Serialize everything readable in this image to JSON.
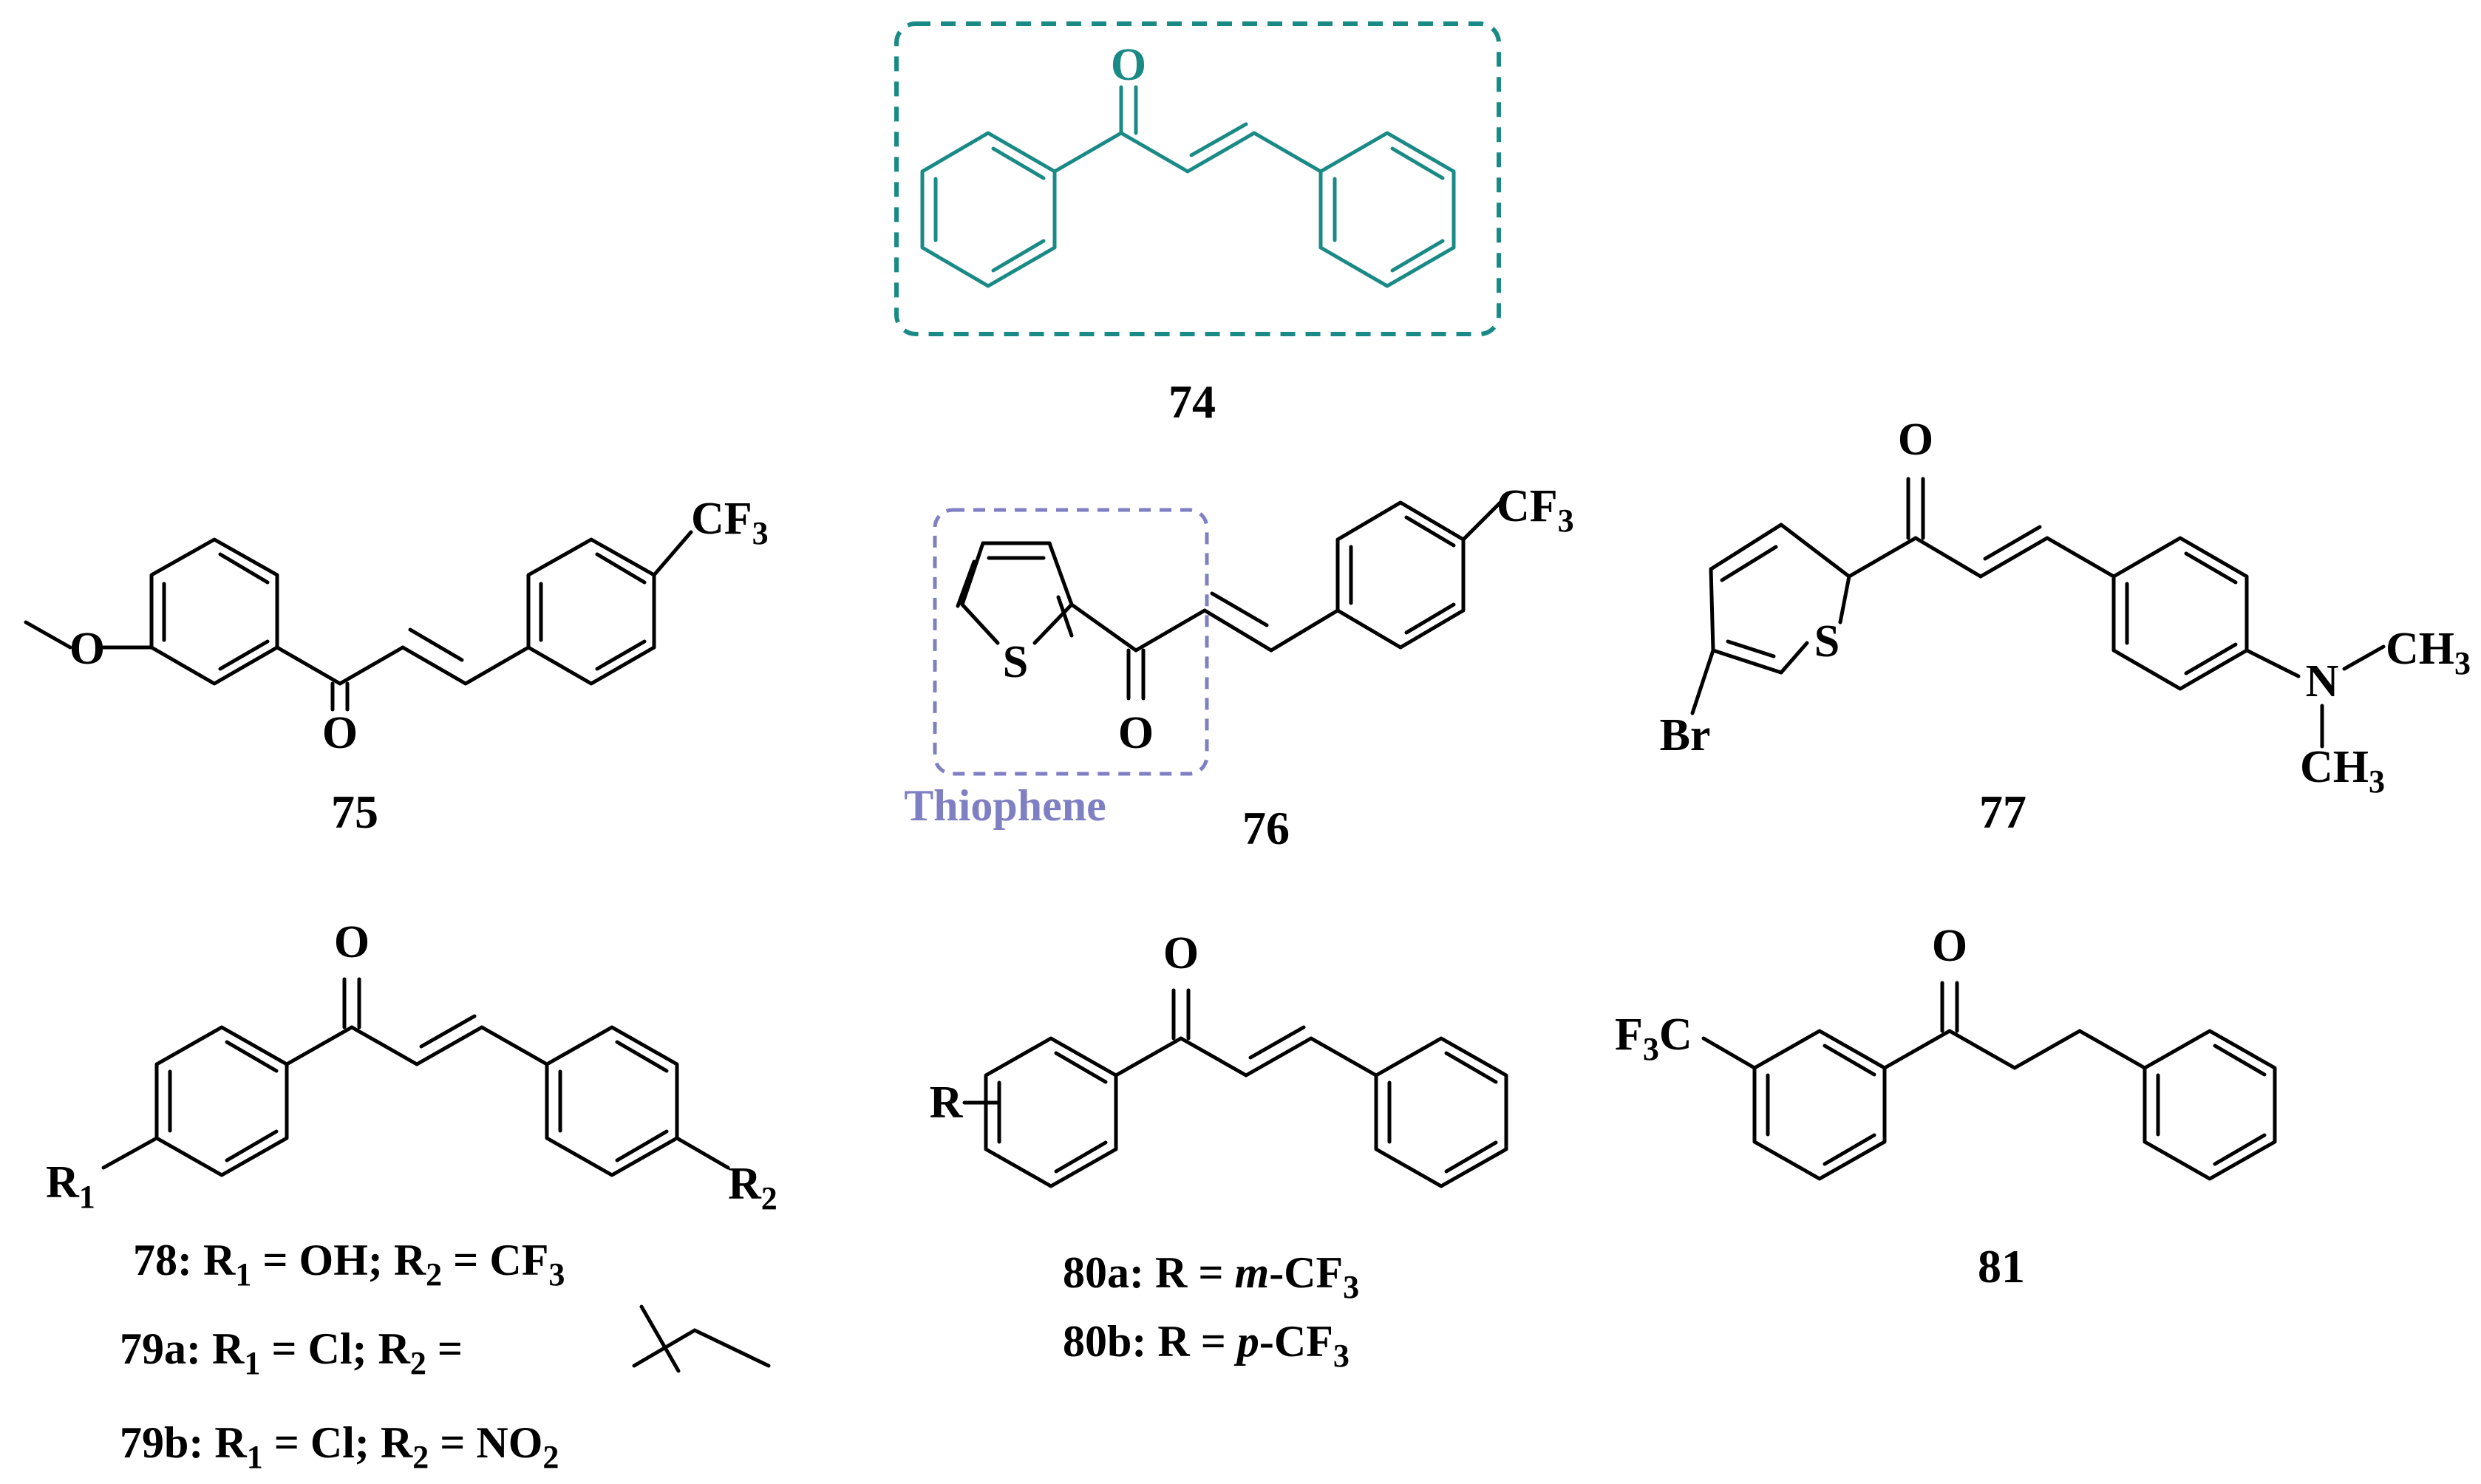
{
  "compounds": [
    {
      "id": "74",
      "label": "74"
    },
    {
      "id": "75",
      "label": "75"
    },
    {
      "id": "76",
      "label": "76"
    },
    {
      "id": "77",
      "label": "77"
    },
    {
      "id": "81",
      "label": "81"
    }
  ],
  "highlight": {
    "thiophene_label": "Thiophene"
  },
  "atoms": {
    "O": "O",
    "S": "S",
    "Br": "Br",
    "N": "N",
    "R": "R",
    "R1": "R",
    "R2": "R",
    "CF3": "CF",
    "CH3": "CH",
    "F3C_F": "F",
    "F3C_C": "C",
    "sub1": "1",
    "sub2": "2",
    "sub3": "3"
  },
  "captions": {
    "c78": {
      "num": "78:",
      "text": " R",
      "s1": "1",
      "t2": " = OH; R",
      "s2": "2",
      "t3": " = CF",
      "s3": "3"
    },
    "c79a": {
      "num": "79a:",
      "text": " R",
      "s1": "1",
      "t2": " = Cl; R",
      "s2": "2",
      "t3": " ="
    },
    "c79b": {
      "num": "79b:",
      "text": " R",
      "s1": "1",
      "t2": " = Cl; R",
      "s2": "2",
      "t3": " = NO",
      "s3": "2"
    },
    "c80a": {
      "num": "80a:",
      "text": " R = ",
      "ital": "m",
      "t2": "-CF",
      "s2": "3"
    },
    "c80b": {
      "num": "80b:",
      "text": " R = ",
      "ital": "p",
      "t2": "-CF",
      "s2": "3"
    }
  }
}
